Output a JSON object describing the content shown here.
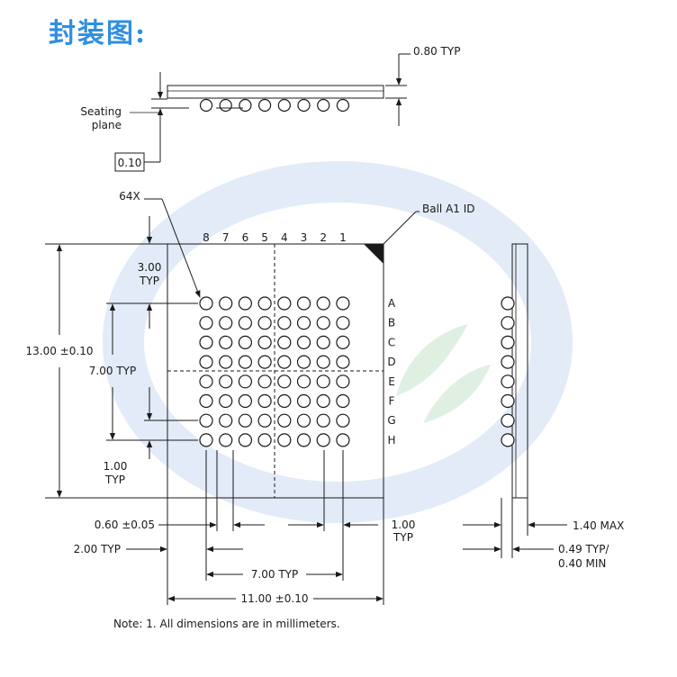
{
  "heading": "封装图:",
  "side_view": {
    "thickness_label": "0.80 TYP",
    "seating_label_line1": "Seating",
    "seating_label_line2": "plane",
    "coplanarity_label": "0.10"
  },
  "top_view": {
    "ball_count_label": "64X",
    "ball_a1_label": "Ball A1 ID",
    "columns": [
      "8",
      "7",
      "6",
      "5",
      "4",
      "3",
      "2",
      "1"
    ],
    "rows": [
      "A",
      "B",
      "C",
      "D",
      "E",
      "F",
      "G",
      "H"
    ],
    "dim_edge_to_row_a": [
      "3.00",
      "TYP"
    ],
    "dim_package_height": "13.00 ±0.10",
    "dim_row_span": "7.00 TYP",
    "dim_row_pitch": [
      "1.00",
      "TYP"
    ],
    "dim_ball_diameter": "0.60 ±0.05",
    "dim_col_pitch": [
      "1.00",
      "TYP"
    ],
    "dim_edge_to_col": "2.00 TYP",
    "dim_col_span": "7.00 TYP",
    "dim_package_width": "11.00 ±0.10"
  },
  "end_view": {
    "dim_max_height": "1.40 MAX",
    "dim_standoff": [
      "0.49 TYP/",
      "0.40 MIN"
    ]
  },
  "note": "Note:   1.  All dimensions are in millimeters.",
  "watermark_colors": {
    "ring": "#dfe9f6",
    "leaf": "#dcefe0"
  }
}
